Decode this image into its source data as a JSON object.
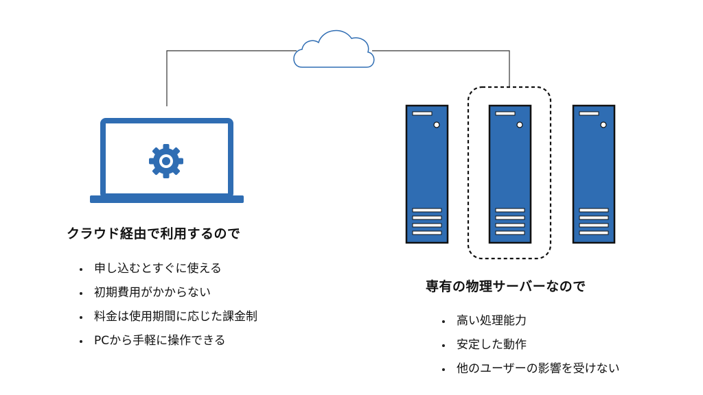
{
  "left": {
    "heading": "クラウド経由で利用するので",
    "bullets": [
      "申し込むとすぐに使える",
      "初期費用がかからない",
      "料金は使用期間に応じた課金制",
      "PCから手軽に操作できる"
    ]
  },
  "right": {
    "heading": "専有の物理サーバーなので",
    "bullets": [
      "高い処理能力",
      "安定した動作",
      "他のユーザーの影響を受けない"
    ]
  },
  "colors": {
    "blue": "#2f6db3",
    "line": "#333333",
    "outline": "#111111"
  },
  "icons": [
    "cloud-icon",
    "laptop-icon",
    "gear-icon",
    "server-icon"
  ]
}
